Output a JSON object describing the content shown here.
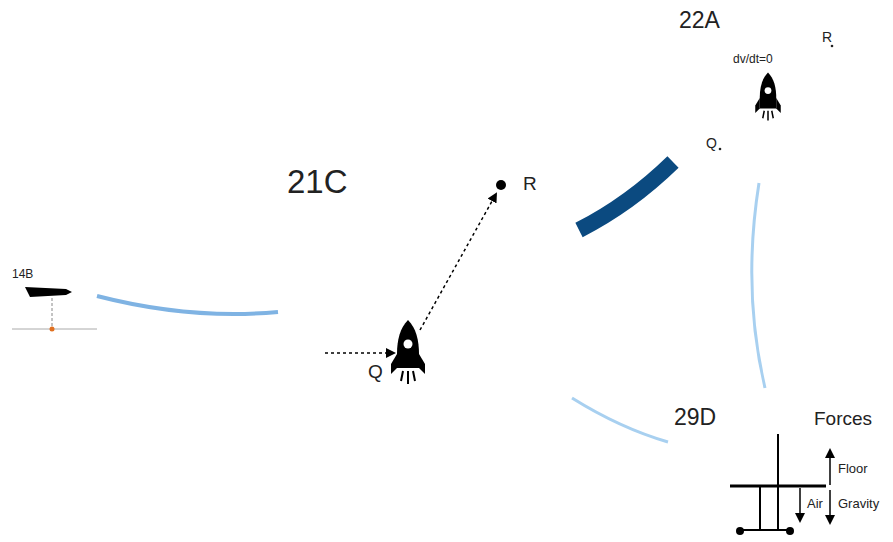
{
  "diagram": {
    "labels": [
      "22A",
      "R",
      "dv/dt=0",
      "Q",
      "21C",
      "R",
      "14B",
      "Q",
      "29D",
      "Forces",
      "Floor",
      "Air",
      "Gravity"
    ]
  }
}
